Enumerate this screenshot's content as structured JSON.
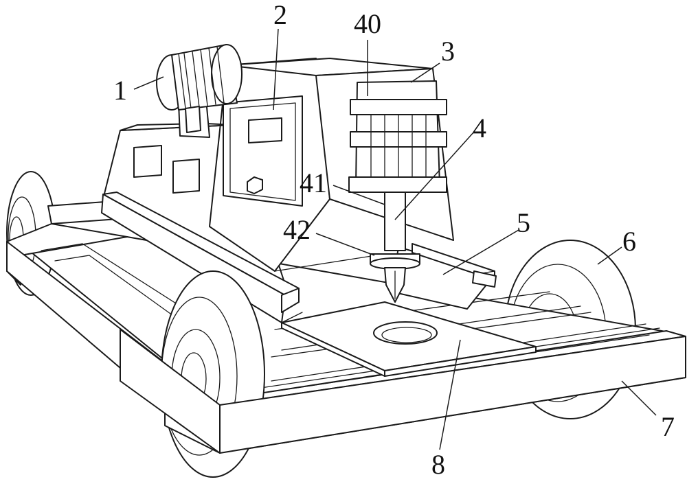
{
  "labels": {
    "l1": "1",
    "l2": "2",
    "l3": "3",
    "l4": "4",
    "l5": "5",
    "l6": "6",
    "l7": "7",
    "l8": "8",
    "l40": "40",
    "l41": "41",
    "l42": "42"
  }
}
